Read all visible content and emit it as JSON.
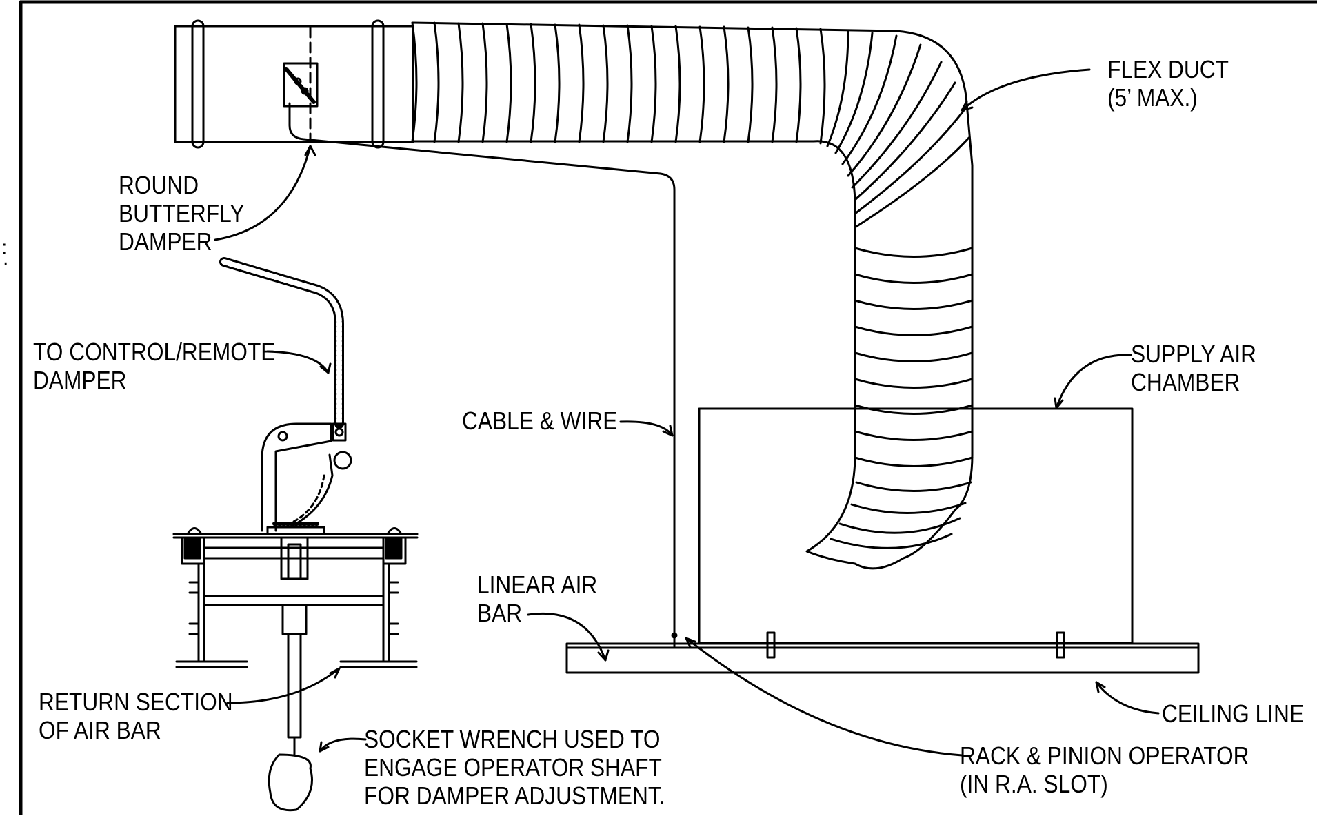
{
  "labels": {
    "flex_duct": [
      "FLEX DUCT",
      "(5’ MAX.)"
    ],
    "round_butterfly_damper": [
      "ROUND",
      "BUTTERFLY",
      "DAMPER"
    ],
    "to_control_remote_damper": [
      "TO CONTROL/REMOTE",
      "DAMPER"
    ],
    "cable_wire": [
      "CABLE & WIRE"
    ],
    "supply_air_chamber": [
      "SUPPLY AIR",
      "CHAMBER"
    ],
    "linear_air_bar": [
      "LINEAR AIR",
      "BAR"
    ],
    "return_section": [
      "RETURN SECTION",
      "OF AIR BAR"
    ],
    "ceiling_line": [
      "CEILING LINE"
    ],
    "socket_wrench": [
      "SOCKET WRENCH USED TO",
      "ENGAGE OPERATOR SHAFT",
      "FOR DAMPER ADJUSTMENT."
    ],
    "rack_pinion": [
      "RACK & PINION OPERATOR",
      "(IN R.A. SLOT)"
    ]
  },
  "edge_marks": [
    ":",
    "."
  ],
  "colors": {
    "line": "#000000",
    "background": "#ffffff"
  }
}
